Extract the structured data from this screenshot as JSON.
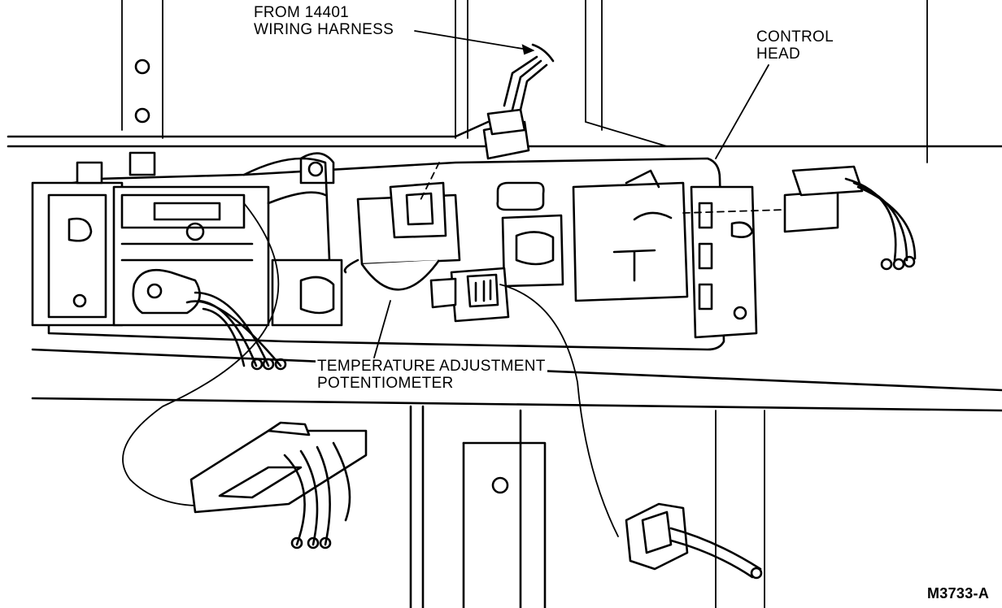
{
  "labels": {
    "harness_line1": "FROM 14401",
    "harness_line2": "WIRING HARNESS",
    "control_line1": "CONTROL",
    "control_line2": "HEAD",
    "pot_line1": "TEMPERATURE ADJUSTMENT",
    "pot_line2": "POTENTIOMETER",
    "figure_code": "M3733-A"
  },
  "colors": {
    "ink": "#000000",
    "paper": "#ffffff"
  }
}
